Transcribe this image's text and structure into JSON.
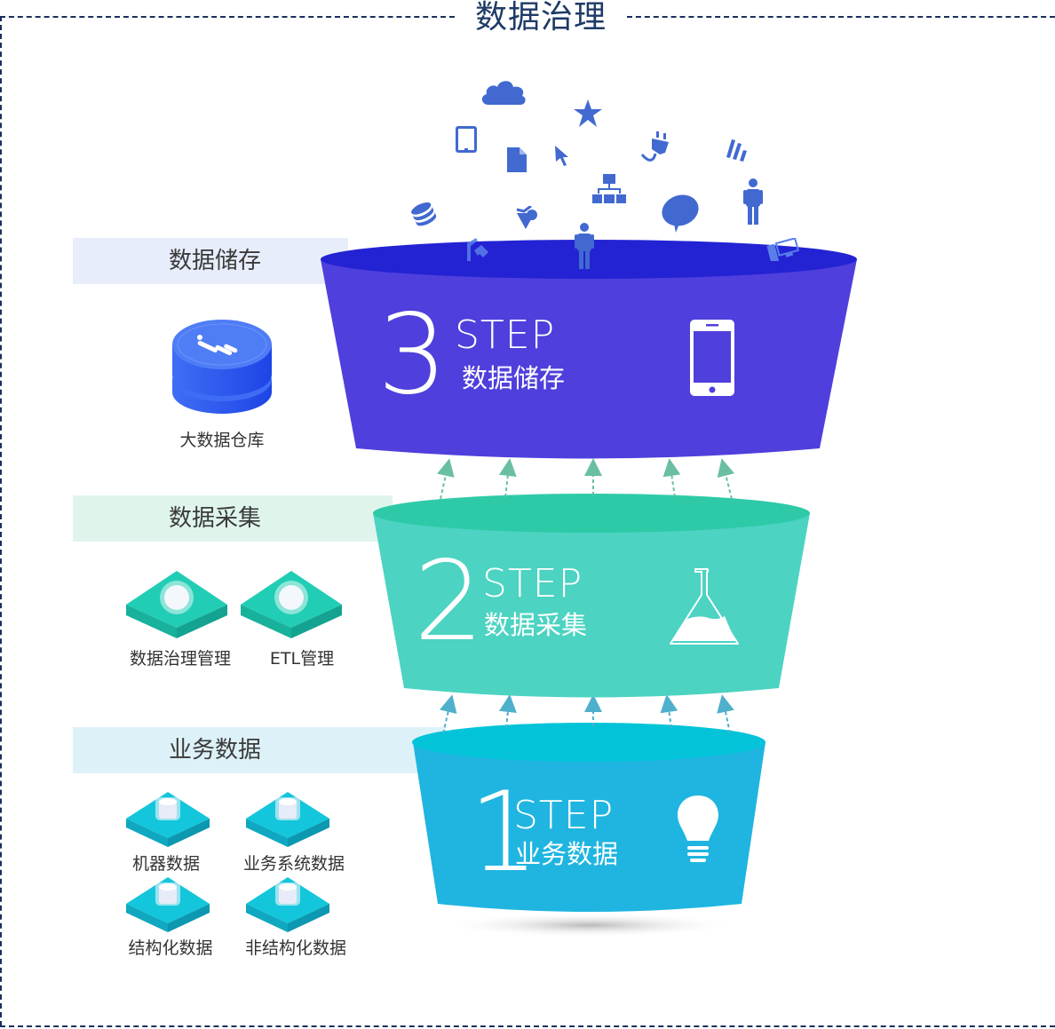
{
  "title": "数据治理",
  "colors": {
    "frame": "#1b2f5c",
    "title": "#1e3a66",
    "icon_blue": "#4169d0",
    "step3_body": "#4f3fdc",
    "step3_top": "#2323d4",
    "step2_body": "#4cd3c2",
    "step2_top": "#2ecaa8",
    "step1_body": "#1fb5e0",
    "step1_top": "#03c3d8",
    "arrow_green": "#6abfa3",
    "arrow_blue": "#4fb0cc"
  },
  "sections": [
    {
      "label": "数据储存",
      "items": [
        {
          "label": "大数据仓库",
          "icon": "database-cylinder-icon"
        }
      ]
    },
    {
      "label": "数据采集",
      "items": [
        {
          "label": "数据治理管理",
          "icon": "platform-sphere-icon"
        },
        {
          "label": "ETL管理",
          "icon": "platform-sphere-icon"
        }
      ]
    },
    {
      "label": "业务数据",
      "items": [
        {
          "label": "机器数据",
          "icon": "platform-cylinder-icon"
        },
        {
          "label": "业务系统数据",
          "icon": "platform-cylinder-icon"
        },
        {
          "label": "结构化数据",
          "icon": "platform-cylinder-icon"
        },
        {
          "label": "非结构化数据",
          "icon": "platform-cylinder-icon"
        }
      ]
    }
  ],
  "steps": [
    {
      "number": "3",
      "word": "STEP",
      "label": "数据储存",
      "icon": "smartphone-icon"
    },
    {
      "number": "2",
      "word": "STEP",
      "label": "数据采集",
      "icon": "flask-icon"
    },
    {
      "number": "1",
      "word": "STEP",
      "label": "业务数据",
      "icon": "lightbulb-icon"
    }
  ],
  "floating_icons": [
    "cloud-icon",
    "star-icon",
    "tablet-icon",
    "document-icon",
    "cursor-icon",
    "plug-icon",
    "bar-chart-icon",
    "org-chart-icon",
    "chat-bubble-icon",
    "person-icon",
    "coins-icon",
    "heart-shield-icon",
    "house-icon",
    "computer-icon"
  ]
}
